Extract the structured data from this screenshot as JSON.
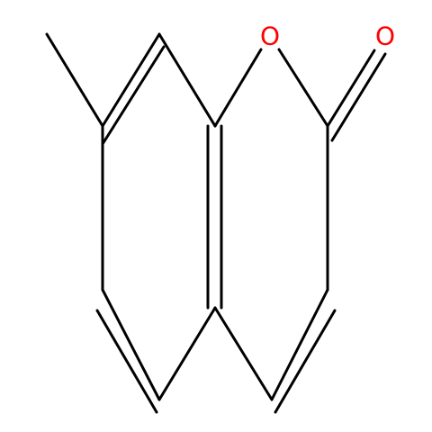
{
  "molecule": {
    "atoms": [
      {
        "id": "O1",
        "element": "O",
        "label": "O",
        "color": "#ff0000"
      },
      {
        "id": "O2",
        "element": "O",
        "label": "O",
        "color": "#ff0000"
      }
    ]
  },
  "style": {
    "bond_color": "#000000",
    "background": "#ffffff"
  }
}
